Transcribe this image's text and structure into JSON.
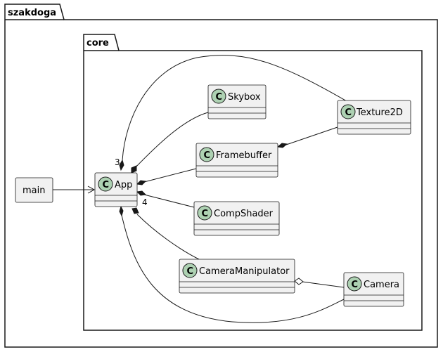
{
  "packages": {
    "outer": "szakdoga",
    "inner": "core"
  },
  "classes": {
    "main": "main",
    "app": "App",
    "skybox": "Skybox",
    "texture2d": "Texture2D",
    "framebuffer": "Framebuffer",
    "compshader": "CompShader",
    "cameramanipulator": "CameraManipulator",
    "camera": "Camera",
    "class_stereotype_letter": "C"
  },
  "multiplicities": {
    "app_texture": "3",
    "app_compshader": "4"
  },
  "colors": {
    "class_fill": "#f1f1f1",
    "circle_fill": "#add1b2",
    "border": "#181818"
  }
}
